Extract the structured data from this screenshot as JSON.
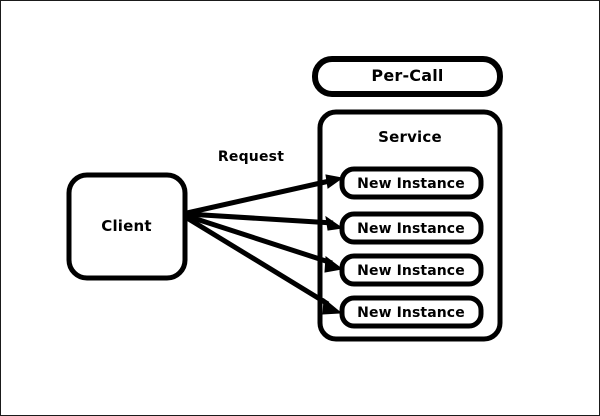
{
  "diagram": {
    "title_nodes": {
      "per_call": "Per-Call",
      "service": "Service",
      "client": "Client"
    },
    "edge_labels": {
      "request": "Request"
    },
    "instances": [
      {
        "label": "New Instance"
      },
      {
        "label": "New Instance"
      },
      {
        "label": "New Instance"
      },
      {
        "label": "New Instance"
      }
    ],
    "colors": {
      "stroke": "#000000",
      "fill": "#ffffff",
      "background": "#ffffff",
      "frame_border": "#1a1a1a"
    }
  }
}
